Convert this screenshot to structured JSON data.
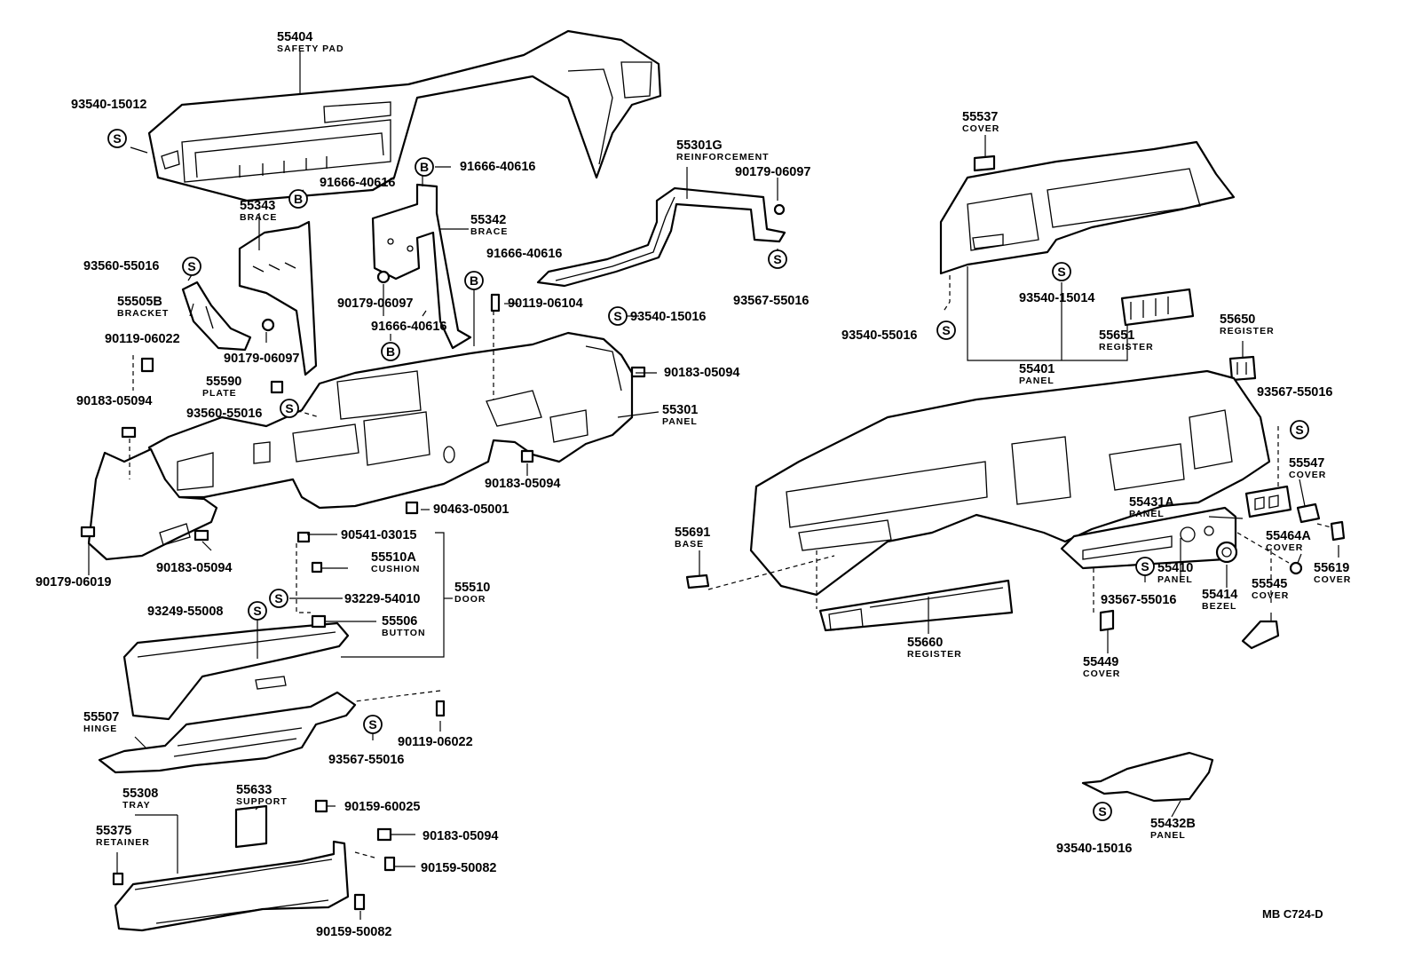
{
  "labels": {
    "l55404": {
      "pn": "55404",
      "nm": "SAFETY PAD"
    },
    "l93540_15012": {
      "pn": "93540-15012"
    },
    "l55343": {
      "pn": "55343",
      "nm": "BRACE"
    },
    "l91666_40616a": {
      "pn": "91666-40616"
    },
    "l91666_40616b": {
      "pn": "91666-40616"
    },
    "l55342": {
      "pn": "55342",
      "nm": "BRACE"
    },
    "l55301G": {
      "pn": "55301G",
      "nm": "REINFORCEMENT"
    },
    "l90179_06097a": {
      "pn": "90179-06097"
    },
    "l93560_55016a": {
      "pn": "93560-55016"
    },
    "l55505B": {
      "pn": "55505B",
      "nm": "BRACKET"
    },
    "l90179_06097b": {
      "pn": "90179-06097"
    },
    "l91666_40616c": {
      "pn": "91666-40616"
    },
    "l93567_55016a": {
      "pn": "93567-55016"
    },
    "l90119_06104": {
      "pn": "90119-06104"
    },
    "l91666_40616d": {
      "pn": "91666-40616"
    },
    "l93540_15016a": {
      "pn": "93540-15016"
    },
    "l90119_06022a": {
      "pn": "90119-06022"
    },
    "l90179_06097c": {
      "pn": "90179-06097"
    },
    "l55590": {
      "pn": "55590",
      "nm": "PLATE"
    },
    "l90183_05094a": {
      "pn": "90183-05094"
    },
    "l93560_55016b": {
      "pn": "93560-55016"
    },
    "l90183_05094b": {
      "pn": "90183-05094"
    },
    "l55301": {
      "pn": "55301",
      "nm": "PANEL"
    },
    "l90183_05094c": {
      "pn": "90183-05094"
    },
    "l90463_05001": {
      "pn": "90463-05001"
    },
    "l90179_06019": {
      "pn": "90179-06019"
    },
    "l90183_05094d": {
      "pn": "90183-05094"
    },
    "l90541_03015": {
      "pn": "90541-03015"
    },
    "l55510A": {
      "pn": "55510A",
      "nm": "CUSHION"
    },
    "l93229_54010": {
      "pn": "93229-54010"
    },
    "l55510": {
      "pn": "55510",
      "nm": "DOOR"
    },
    "l93249_55008": {
      "pn": "93249-55008"
    },
    "l55506": {
      "pn": "55506",
      "nm": "BUTTON"
    },
    "l55507": {
      "pn": "55507",
      "nm": "HINGE"
    },
    "l93567_55016b": {
      "pn": "93567-55016"
    },
    "l90119_06022b": {
      "pn": "90119-06022"
    },
    "l55308": {
      "pn": "55308",
      "nm": "TRAY"
    },
    "l55633": {
      "pn": "55633",
      "nm": "SUPPORT"
    },
    "l90159_60025": {
      "pn": "90159-60025"
    },
    "l55375": {
      "pn": "55375",
      "nm": "RETAINER"
    },
    "l90183_05094e": {
      "pn": "90183-05094"
    },
    "l90159_50082a": {
      "pn": "90159-50082"
    },
    "l90159_50082b": {
      "pn": "90159-50082"
    },
    "l55537": {
      "pn": "55537",
      "nm": "COVER"
    },
    "l93540_15014": {
      "pn": "93540-15014"
    },
    "l93540_55016": {
      "pn": "93540-55016"
    },
    "l55651": {
      "pn": "55651",
      "nm": "REGISTER"
    },
    "l55650": {
      "pn": "55650",
      "nm": "REGISTER"
    },
    "l55401": {
      "pn": "55401",
      "nm": "PANEL"
    },
    "l93567_55016c": {
      "pn": "93567-55016"
    },
    "l55547": {
      "pn": "55547",
      "nm": "COVER"
    },
    "l55431A": {
      "pn": "55431A",
      "nm": "PANEL"
    },
    "l55691": {
      "pn": "55691",
      "nm": "BASE"
    },
    "l55464A": {
      "pn": "55464A",
      "nm": "COVER"
    },
    "l55619": {
      "pn": "55619",
      "nm": "COVER"
    },
    "l55410": {
      "pn": "55410",
      "nm": "PANEL"
    },
    "l93567_55016d": {
      "pn": "93567-55016"
    },
    "l55414": {
      "pn": "55414",
      "nm": "BEZEL"
    },
    "l55545": {
      "pn": "55545",
      "nm": "COVER"
    },
    "l55660": {
      "pn": "55660",
      "nm": "REGISTER"
    },
    "l55449": {
      "pn": "55449",
      "nm": "COVER"
    },
    "l55432B": {
      "pn": "55432B",
      "nm": "PANEL"
    },
    "l93540_15016b": {
      "pn": "93540-15016"
    }
  },
  "symbols": {
    "s": "S",
    "b": "B"
  },
  "reference": "MB C724-D"
}
